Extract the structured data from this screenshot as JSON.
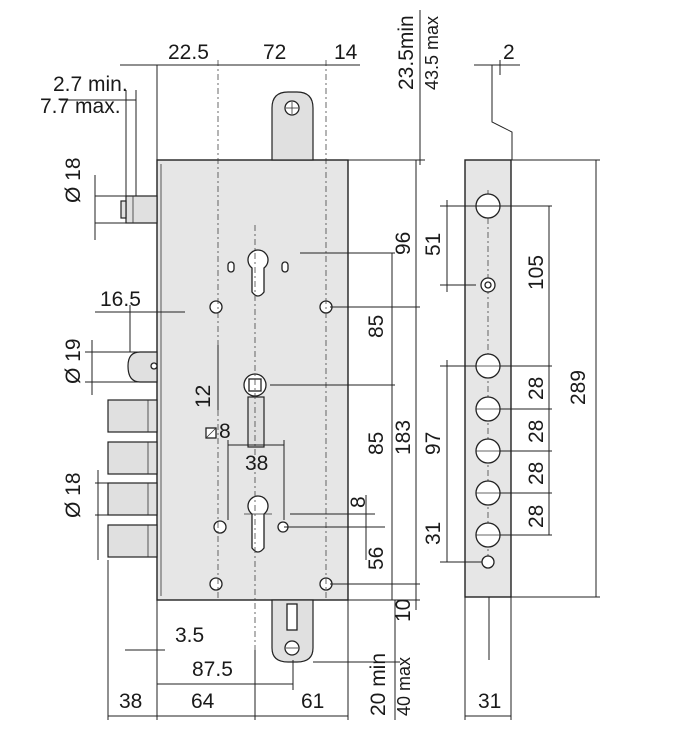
{
  "dimensions": {
    "d_22_5": "22.5",
    "d_72": "72",
    "d_14": "14",
    "d_2": "2",
    "d_23_5min": "23.5min",
    "d_43_5max": "43.5 max",
    "d_2_7min": "2.7 min.",
    "d_7_7max": "7.7 max.",
    "d_dia18_top": "Ø 18",
    "d_16_5": "16.5",
    "d_dia19": "Ø 19",
    "d_12": "12",
    "d_sq8": "8",
    "d_38_mid": "38",
    "d_dia18_bolts": "Ø 18",
    "d_96": "96",
    "d_85_a": "85",
    "d_85_b": "85",
    "d_183": "183",
    "d_8": "8",
    "d_56": "56",
    "d_10": "10",
    "d_3_5": "3.5",
    "d_87_5": "87.5",
    "d_38_bottom": "38",
    "d_64": "64",
    "d_61": "61",
    "d_20min": "20 min",
    "d_40max": "40 max",
    "d_51": "51",
    "d_105": "105",
    "d_289": "289",
    "d_97": "97",
    "d_28_a": "28",
    "d_28_b": "28",
    "d_28_c": "28",
    "d_28_d": "28",
    "d_31_side": "31",
    "d_31_bottom": "31"
  }
}
